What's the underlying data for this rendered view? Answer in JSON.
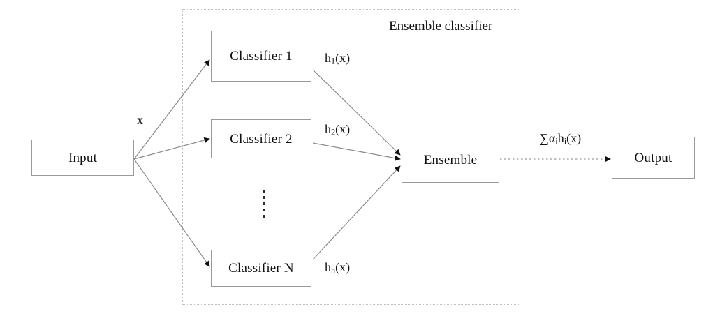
{
  "diagram": {
    "title": "Ensemble classifier",
    "group_label": "Ensemble classifier",
    "nodes": {
      "input": "Input",
      "classifier_1": "Classifier 1",
      "classifier_2": "Classifier 2",
      "classifier_n": "Classifier N",
      "ensemble": "Ensemble",
      "output": "Output"
    },
    "edge_labels": {
      "input_fanout": "x",
      "h1": {
        "base": "h",
        "sub": "1",
        "tail": "(x)"
      },
      "h2": {
        "base": "h",
        "sub": "2",
        "tail": "(x)"
      },
      "hn": {
        "base": "h",
        "sub": "n",
        "tail": "(x)"
      },
      "ensemble_output": {
        "sigma": "∑",
        "alpha": "α",
        "alpha_sub": "i",
        "h": "h",
        "h_sub": "i",
        "tail": "(x)"
      }
    },
    "ellipsis_dot_count": 5,
    "colors": {
      "background": "#ffffff",
      "node_border": "#9a9a9a",
      "group_border": "#c0c0c0",
      "edge_line": "#8b8b8b",
      "arrow_head": "#111111",
      "text": "#101010"
    }
  }
}
